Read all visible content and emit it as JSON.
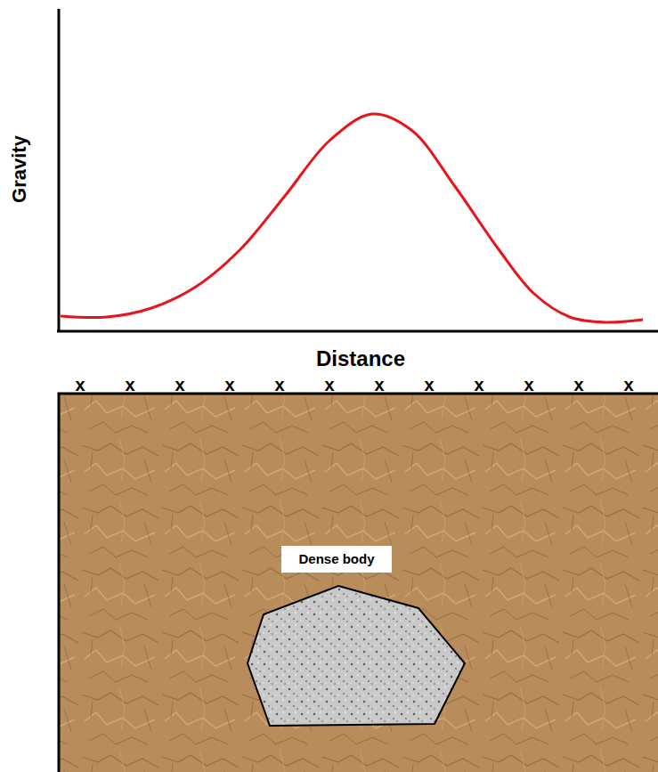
{
  "diagram": {
    "nodes": [
      {
        "text": [
          "Dense body"
        ]
      }
    ],
    "labels": [
      "Gravity",
      "Distance",
      "x",
      "x",
      "x",
      "x",
      "x",
      "x",
      "x",
      "x",
      "x",
      "x",
      "x",
      "x"
    ]
  }
}
